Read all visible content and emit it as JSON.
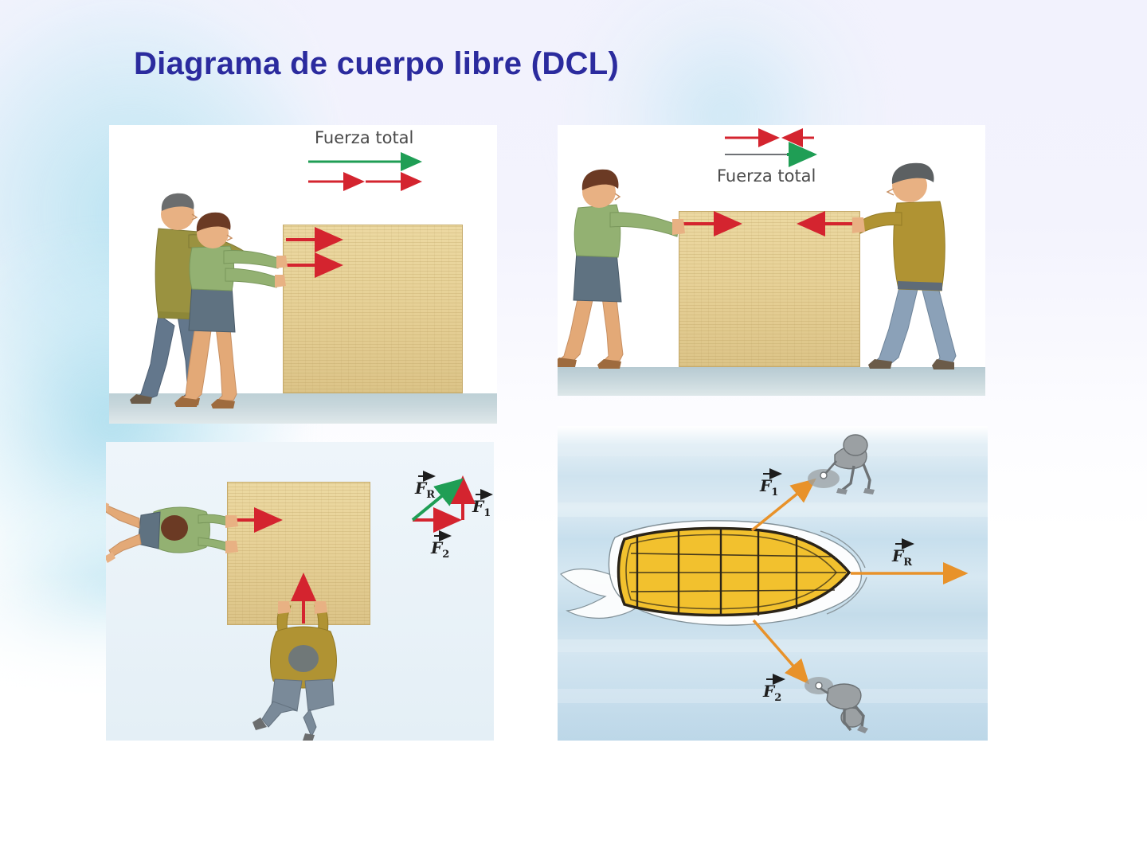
{
  "slide": {
    "title": "Diagrama de cuerpo libre (DCL)",
    "title_color": "#2b2b9e",
    "background_color": "#f2f2fd"
  },
  "palette": {
    "force_red": "#d4242f",
    "resultant_green": "#1f9e55",
    "neutral_gray": "#6f7276",
    "rope_orange": "#e8922a",
    "crate_tan": "#e6d096",
    "water_blue": "#c9dfed",
    "floor_gray": "#c2d3d9"
  },
  "panels": [
    {
      "id": "panel1",
      "name": "two-people-pushing-same-direction",
      "caption": "Fuerza total",
      "arrows": [
        {
          "name": "resultant-arrow",
          "label": "",
          "color": "#1f9e55",
          "direction": "right",
          "role": "resultant"
        },
        {
          "name": "force-arrow-1",
          "label": "",
          "color": "#d4242f",
          "direction": "right",
          "role": "component"
        },
        {
          "name": "force-arrow-2",
          "label": "",
          "color": "#d4242f",
          "direction": "right",
          "role": "component"
        },
        {
          "name": "crate-force-arrow-upper",
          "label": "",
          "color": "#d4242f",
          "direction": "right",
          "role": "applied"
        },
        {
          "name": "crate-force-arrow-lower",
          "label": "",
          "color": "#d4242f",
          "direction": "right",
          "role": "applied"
        }
      ],
      "figures": [
        {
          "name": "man-pushing",
          "shirt": "#9a9240",
          "pants": "#63778c",
          "hair": "#6b6d6e"
        },
        {
          "name": "woman-pushing",
          "shirt": "#93b172",
          "skirt": "#5f7281",
          "hair": "#6b3a24"
        }
      ]
    },
    {
      "id": "panel2",
      "name": "two-people-pushing-opposite-directions",
      "caption": "Fuerza total",
      "arrows": [
        {
          "name": "force-arrow-right",
          "label": "",
          "color": "#d4242f",
          "direction": "right",
          "role": "component"
        },
        {
          "name": "force-arrow-left",
          "label": "",
          "color": "#d4242f",
          "direction": "left",
          "role": "component"
        },
        {
          "name": "baseline-gray",
          "label": "",
          "color": "#6f7276",
          "direction": "right",
          "role": "baseline"
        },
        {
          "name": "resultant-arrow",
          "label": "",
          "color": "#1f9e55",
          "direction": "right",
          "role": "resultant"
        },
        {
          "name": "crate-force-arrow-right",
          "label": "",
          "color": "#d4242f",
          "direction": "right",
          "role": "applied"
        },
        {
          "name": "crate-force-arrow-left",
          "label": "",
          "color": "#d4242f",
          "direction": "left",
          "role": "applied"
        }
      ],
      "figures": [
        {
          "name": "woman-pushing",
          "shirt": "#93b172",
          "skirt": "#5f7281",
          "hair": "#6b3a24"
        },
        {
          "name": "man-pushing",
          "shirt": "#b09333",
          "pants": "#8ba1b8",
          "hair": "#5c6062"
        }
      ]
    },
    {
      "id": "panel3",
      "name": "overhead-two-perpendicular-forces",
      "caption": "",
      "vectors": [
        {
          "name": "vector-FR",
          "label": "F",
          "subscript": "R",
          "color": "#1f9e55",
          "role": "resultant"
        },
        {
          "name": "vector-F1",
          "label": "F",
          "subscript": "1",
          "color": "#d4242f",
          "role": "component-vertical"
        },
        {
          "name": "vector-F2",
          "label": "F",
          "subscript": "2",
          "color": "#d4242f",
          "role": "component-horizontal"
        }
      ],
      "arrows": [
        {
          "name": "crate-force-arrow-horizontal",
          "color": "#d4242f",
          "direction": "right"
        },
        {
          "name": "crate-force-arrow-vertical",
          "color": "#d4242f",
          "direction": "up"
        }
      ],
      "figures": [
        {
          "name": "person-pushing-from-left",
          "shirt": "#93b172",
          "pants": "#5f7281",
          "hair": "#6b3a24"
        },
        {
          "name": "person-pushing-from-below",
          "shirt": "#b09333",
          "pants": "#7a8a99",
          "hair": "#707878"
        }
      ]
    },
    {
      "id": "panel4",
      "name": "boat-towed-by-two-people",
      "caption": "",
      "vectors": [
        {
          "name": "vector-F1",
          "label": "F",
          "subscript": "1",
          "color": "#e8922a",
          "role": "tow-upper"
        },
        {
          "name": "vector-F2",
          "label": "F",
          "subscript": "2",
          "color": "#e8922a",
          "role": "tow-lower"
        },
        {
          "name": "vector-FR",
          "label": "F",
          "subscript": "R",
          "color": "#e8922a",
          "role": "resultant"
        }
      ],
      "figures": [
        {
          "name": "person-towing-upper",
          "color": "#9a9ea1"
        },
        {
          "name": "person-towing-lower",
          "color": "#9a9ea1"
        }
      ],
      "objects": [
        {
          "name": "rowboat",
          "hull_color": "#f2c12e",
          "outline": "#2b2418"
        }
      ]
    }
  ]
}
